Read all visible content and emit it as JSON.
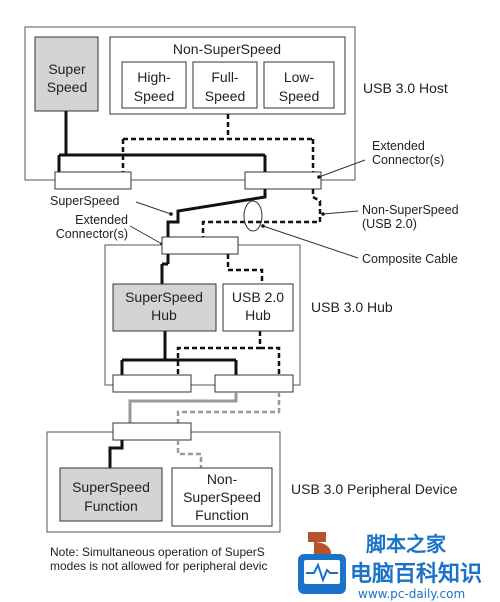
{
  "host": {
    "title": "USB 3.0 Host",
    "superspeed": [
      "Super",
      "Speed"
    ],
    "non_superspeed": "Non-SuperSpeed",
    "high_speed": [
      "High-",
      "Speed"
    ],
    "full_speed": [
      "Full-",
      "Speed"
    ],
    "low_speed": [
      "Low-",
      "Speed"
    ]
  },
  "labels": {
    "extended_connector_right": [
      "Extended",
      "Connector(s)"
    ],
    "superspeed": "SuperSpeed",
    "extended_connector_left": [
      "Extended",
      "Connector(s)"
    ],
    "non_superspeed_usb2": [
      "Non-SuperSpeed",
      "(USB 2.0)"
    ],
    "composite_cable": "Composite Cable"
  },
  "hub": {
    "title": "USB 3.0 Hub",
    "superspeed_hub": [
      "SuperSpeed",
      "Hub"
    ],
    "usb2_hub": [
      "USB 2.0",
      "Hub"
    ]
  },
  "device": {
    "title": "USB 3.0 Peripheral Device",
    "superspeed_function": [
      "SuperSpeed",
      "Function"
    ],
    "non_superspeed_function": [
      "Non-",
      "SuperSpeed",
      "Function"
    ]
  },
  "note": [
    "Note: Simultaneous operation of SuperS",
    "modes is not allowed for peripheral devic"
  ],
  "watermark": {
    "cn_top": "脚本之家",
    "cn_main": "电脑百科知识",
    "url": "www.pc-daily.com"
  },
  "colors": {
    "gray_box": "#d4d4d4",
    "line": "#111111",
    "watermark_blue": "#1a73c8"
  }
}
